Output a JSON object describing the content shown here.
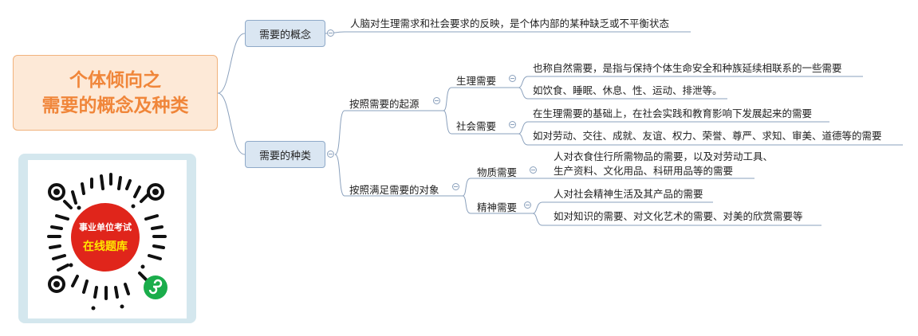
{
  "root": {
    "line1": "个体倾向之",
    "line2": "需要的概念及种类"
  },
  "concept": {
    "label": "需要的概念",
    "definition": "人脑对生理需求和社会要求的反映，是个体内部的某种缺乏或不平衡状态"
  },
  "types": {
    "label": "需要的种类",
    "by_origin": {
      "label": "按照需要的起源",
      "physiological": {
        "label": "生理需要",
        "desc": "也称自然需要，是指与保持个体生命安全和种族延续相联系的一些需要",
        "examples": "如饮食、睡眠、休息、性、运动、排泄等。"
      },
      "social": {
        "label": "社会需要",
        "desc": "在生理需要的基础上，在社会实践和教育影响下发展起来的需要",
        "examples": "如对劳动、交往、成就、友谊、权力、荣誉、尊严、求知、审美、道德等的需要"
      }
    },
    "by_object": {
      "label": "按照满足需要的对象",
      "material": {
        "label": "物质需要",
        "desc_line1": "人对衣食住行所需物品的需要，以及对劳动工具、",
        "desc_line2": "生产资料、文化用品、科研用品等的需要"
      },
      "spiritual": {
        "label": "精神需要",
        "desc": "人对社会精神生活及其产品的需要",
        "examples": "如对知识的需要、对文化艺术的需要、对美的欣赏需要等"
      }
    }
  },
  "qr": {
    "badge_line1": "事业单位考试",
    "badge_line2": "在线题库"
  }
}
